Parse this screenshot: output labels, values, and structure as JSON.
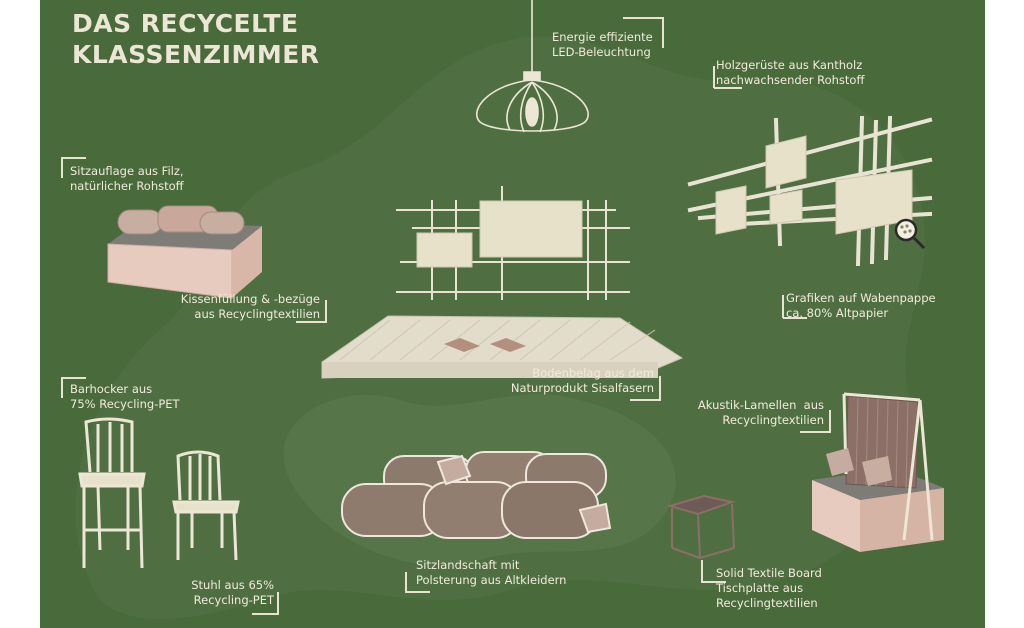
{
  "title": {
    "line1": "DAS RECYCELTE",
    "line2": "KLASSENZIMMER"
  },
  "labels": {
    "led": "Energie effiziente\nLED-Beleuchtung",
    "holz": "Holzgerüste aus Kantholz\nnachwachsender Rohstoff",
    "filz": "Sitzauflage aus Filz,\nnatürlicher Rohstoff",
    "kissen": "Kissenfüllung & -bezüge\naus Recyclingtextilien",
    "grafiken": "Grafiken auf Wabenpappe\nca. 80% Altpapier",
    "boden": "Bodenbelag aus dem\nNaturprodukt Sisalfasern",
    "barhocker": "Barhocker aus\n75% Recycling-PET",
    "akustik": "Akustik-Lamellen  aus\nRecyclingtextilien",
    "stuhl": "Stuhl aus 65%\nRecycling-PET",
    "sitzlandschaft": "Sitzlandschaft mit\nPolsterung aus Altkleidern",
    "board": "Solid Textile Board\nTischplatte aus\nRecyclingtextilien"
  },
  "colors": {
    "background": "#496a3b",
    "blob": "#547449",
    "cream": "#e6e1c8",
    "rose": "#e7cbbe",
    "taupe": "#8c7a6c",
    "floor": "#e2dccb",
    "label_text": "#f1ebdc"
  },
  "icons": [
    "pendant-lamp-icon",
    "magnifier-icon"
  ]
}
